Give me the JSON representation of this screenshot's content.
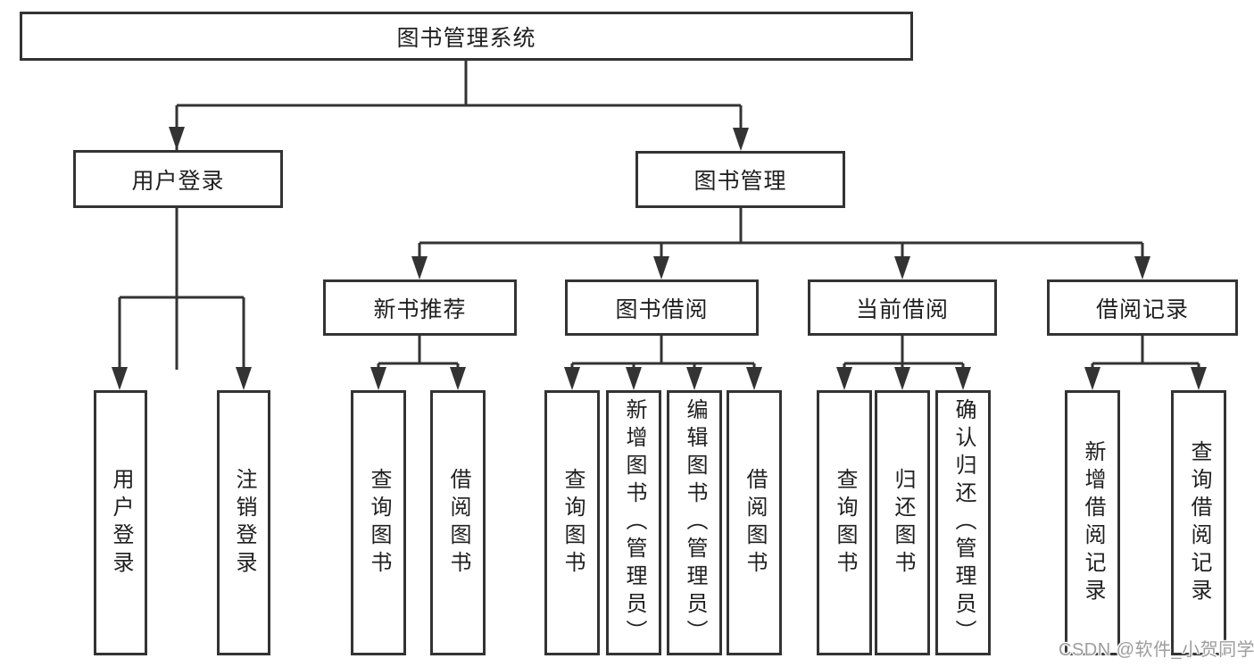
{
  "diagram": {
    "root": {
      "label": "图书管理系统"
    },
    "level2": [
      {
        "label": "用户登录",
        "children": [
          {
            "label": "用户登录"
          },
          {
            "label": "注销登录"
          }
        ]
      },
      {
        "label": "图书管理",
        "children": [
          {
            "label": "新书推荐",
            "children": [
              {
                "label": "查询图书"
              },
              {
                "label": "借阅图书"
              }
            ]
          },
          {
            "label": "图书借阅",
            "children": [
              {
                "label": "查询图书"
              },
              {
                "label": "新增图书（管理员）"
              },
              {
                "label": "编辑图书（管理员）"
              },
              {
                "label": "借阅图书"
              }
            ]
          },
          {
            "label": "当前借阅",
            "children": [
              {
                "label": "查询图书"
              },
              {
                "label": "归还图书"
              },
              {
                "label": "确认归还（管理员）"
              }
            ]
          },
          {
            "label": "借阅记录",
            "children": [
              {
                "label": "新增借阅记录"
              },
              {
                "label": "查询借阅记录"
              }
            ]
          }
        ]
      }
    ],
    "watermark": "CSDN @软件_小贺同学",
    "colors": {
      "line": "#333333",
      "text": "#1f1f1f",
      "background": "#ffffff",
      "watermark": "#9c9c9c"
    }
  }
}
